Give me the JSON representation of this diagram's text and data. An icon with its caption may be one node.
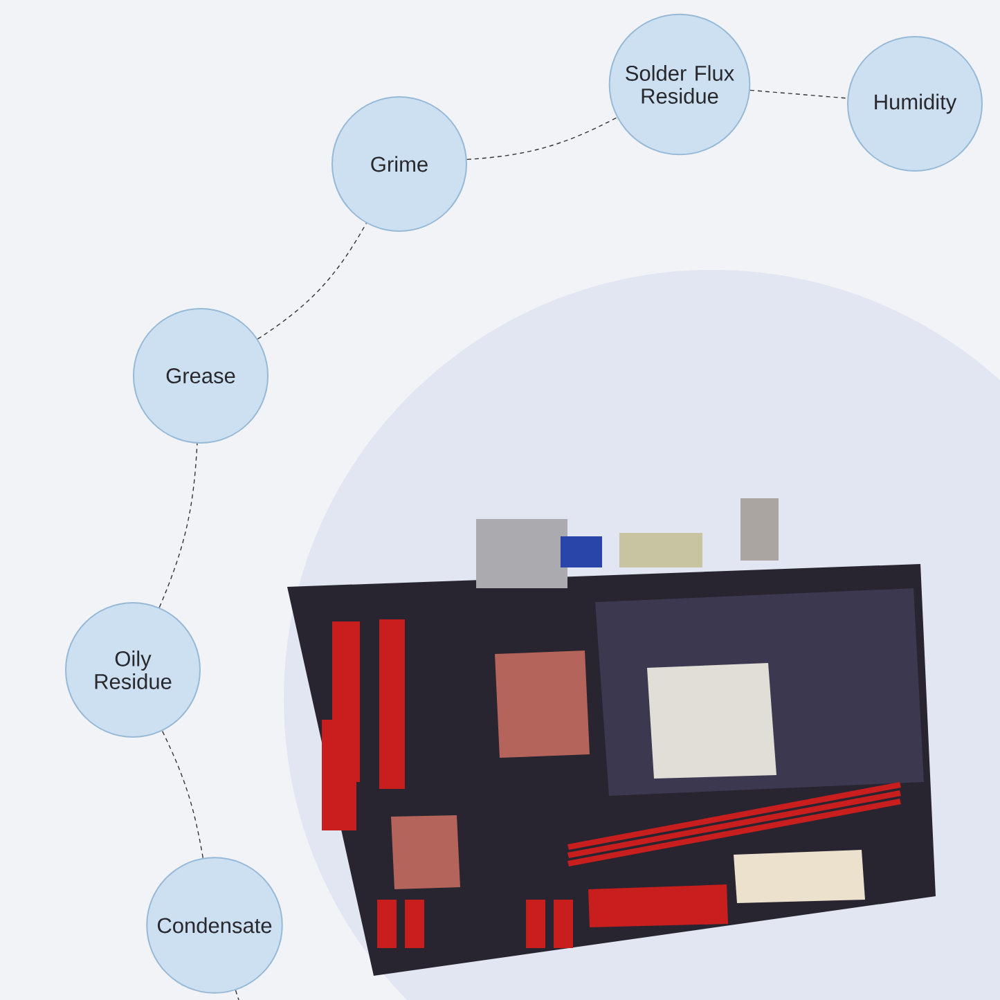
{
  "diagram": {
    "nodes": [
      {
        "text": [
          "Solder Flux Residue"
        ]
      },
      {
        "text": [
          "Humidity"
        ]
      },
      {
        "text": [
          "Grime"
        ]
      },
      {
        "text": [
          "Grease"
        ]
      },
      {
        "text": [
          "Oily Residue"
        ]
      },
      {
        "text": [
          "Condensate"
        ]
      }
    ],
    "edges": [
      {
        "from": 0,
        "to": 1,
        "arrow": "none",
        "style": "dashed"
      },
      {
        "from": 2,
        "to": 0,
        "arrow": "none",
        "style": "dashed"
      },
      {
        "from": 3,
        "to": 2,
        "arrow": "none",
        "style": "dashed"
      },
      {
        "from": 4,
        "to": 3,
        "arrow": "none",
        "style": "dashed"
      },
      {
        "from": 5,
        "to": 4,
        "arrow": "none",
        "style": "dashed"
      },
      {
        "from": 5,
        "to": null,
        "arrow": "none",
        "style": "dashed"
      }
    ]
  }
}
